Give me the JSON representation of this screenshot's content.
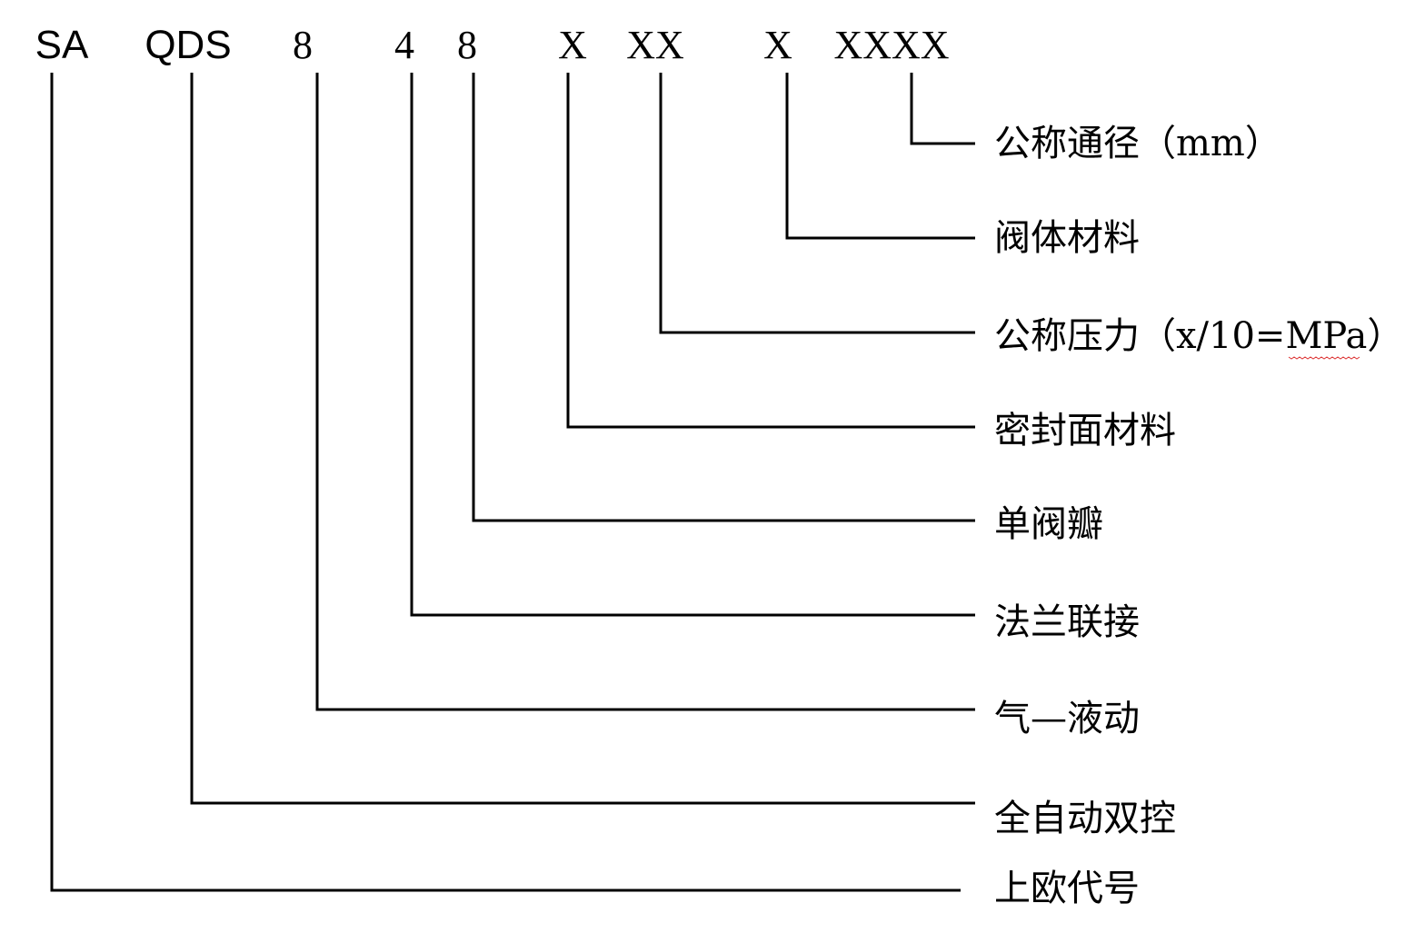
{
  "code_parts": [
    "SA",
    "QDS",
    "8",
    "4",
    "8",
    "X",
    "XX",
    "X",
    "XXXX"
  ],
  "labels": [
    "公称通径（mm）",
    "阀体材料",
    "公称压力（x/10=MPa）",
    "密封面材料",
    "单阀瓣",
    "法兰联接",
    "气—液动",
    "全自动双控",
    "上欧代号"
  ]
}
